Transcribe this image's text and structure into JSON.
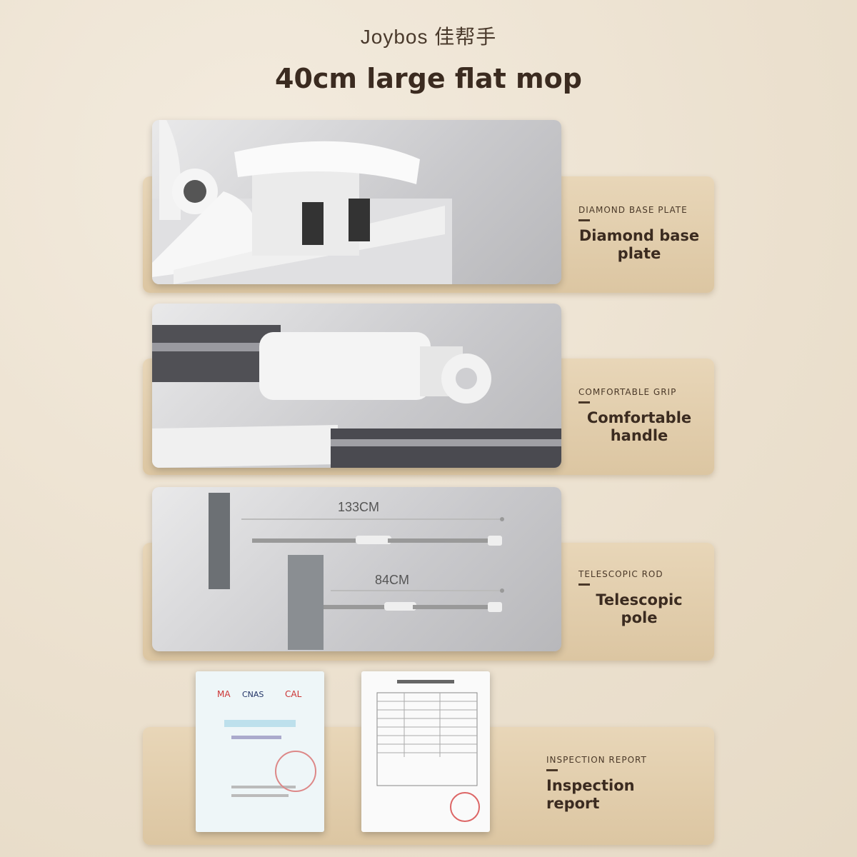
{
  "header": {
    "brand": "Joybos 佳帮手",
    "title": "40cm large flat mop"
  },
  "features": [
    {
      "label_small": "DIAMOND BASE PLATE",
      "label_big": "Diamond base plate"
    },
    {
      "label_small": "COMFORTABLE GRIP",
      "label_big": "Comfortable handle"
    },
    {
      "label_small": "TELESCOPIC ROD",
      "label_big": "Telescopic pole"
    },
    {
      "label_small": "INSPECTION REPORT",
      "label_big": "Inspection report"
    }
  ],
  "dimensions": {
    "long": "133CM",
    "short": "84CM"
  },
  "cert_logos": [
    "MA",
    "CNAS",
    "CAL"
  ],
  "colors": {
    "band": "#dcc6a2",
    "text": "#3b2b20",
    "panel": "#c9c9cc"
  }
}
